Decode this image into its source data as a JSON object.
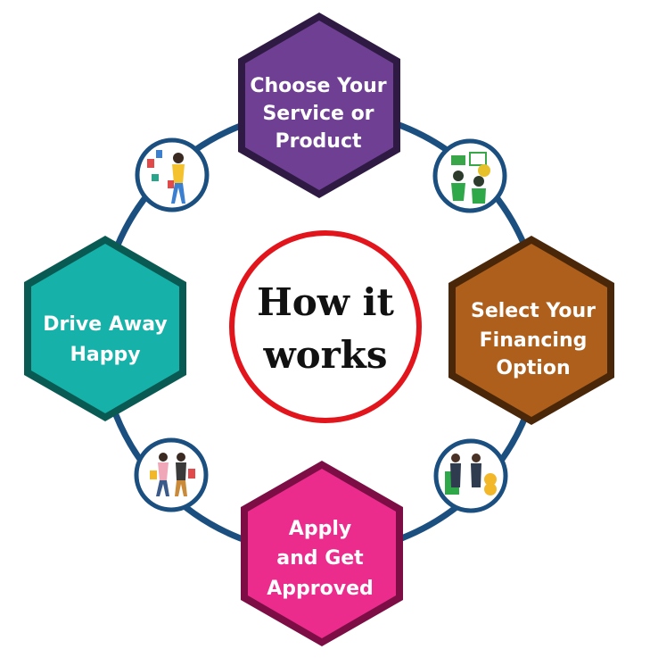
{
  "diagram": {
    "center": {
      "line1": "How it",
      "line2": "works"
    },
    "steps": [
      {
        "id": "choose",
        "lines": [
          "Choose Your",
          "Service or",
          "Product"
        ],
        "color": "#6f3f93",
        "border": "#2e1a43"
      },
      {
        "id": "financing",
        "lines": [
          "Select Your",
          "Financing",
          "Option"
        ],
        "color": "#ad5f1b",
        "border": "#4a2709"
      },
      {
        "id": "apply",
        "lines": [
          "Apply",
          "and Get",
          "Approved"
        ],
        "color": "#eb2c8c",
        "border": "#7c0e45"
      },
      {
        "id": "drive",
        "lines": [
          "Drive Away",
          "Happy"
        ],
        "color": "#16b1a8",
        "border": "#0a5a54"
      }
    ],
    "icons": [
      {
        "id": "shopping-woman-icon"
      },
      {
        "id": "finance-planning-icon"
      },
      {
        "id": "handshake-deal-icon"
      },
      {
        "id": "shopping-couple-icon"
      }
    ],
    "colors": {
      "ring": "#1b4f80",
      "icon_border": "#1b4f80",
      "center_border": "#e2141c"
    }
  }
}
